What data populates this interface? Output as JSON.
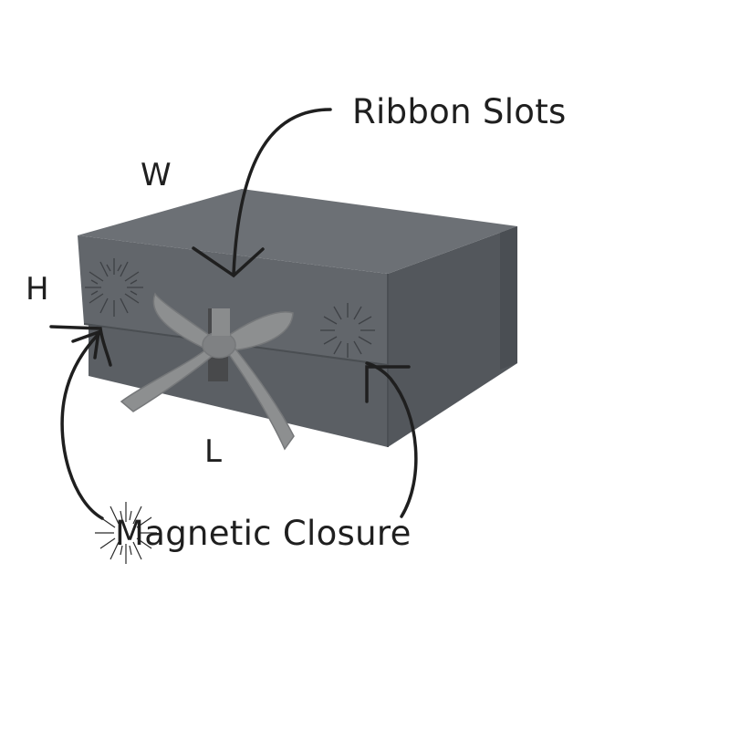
{
  "labels": {
    "ribbon_slots": "Ribbon Slots",
    "magnetic_closure": "Magnetic Closure",
    "width": "W",
    "height": "H",
    "length": "L"
  },
  "colors": {
    "box_top": "#6a6e73",
    "box_front": "#5b5f64",
    "box_side": "#53575c",
    "ribbon": "#8d8f90",
    "annotation": "#1f1f1f"
  },
  "icons": [
    "sunburst-icon",
    "ribbon-bow",
    "gift-box"
  ]
}
